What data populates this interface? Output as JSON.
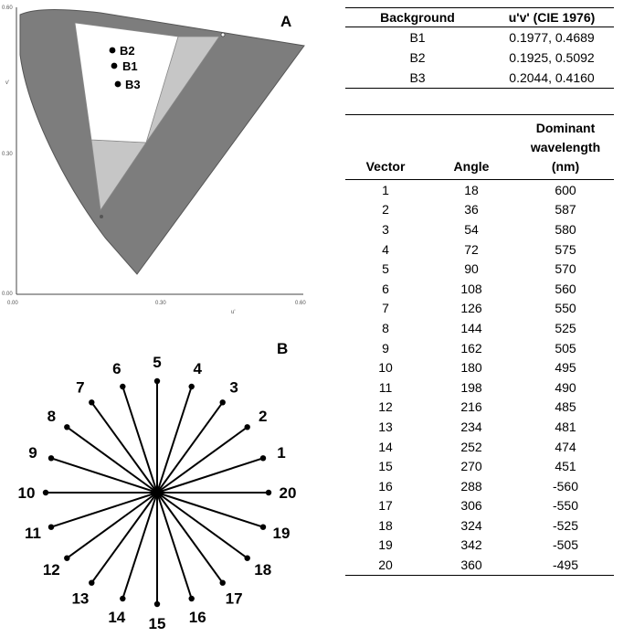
{
  "panel_a": {
    "letter": "A",
    "axis": {
      "y_ticks": [
        "0.60",
        "0.30",
        "0.00"
      ],
      "x_ticks": [
        "0.00",
        "0.30",
        "0.60"
      ],
      "x_label": "u'",
      "y_label": "v'"
    },
    "points": [
      {
        "label": "B2",
        "u": 0.1925,
        "v": 0.5092
      },
      {
        "label": "B1",
        "u": 0.1977,
        "v": 0.4689
      },
      {
        "label": "B3",
        "u": 0.2044,
        "v": 0.416
      }
    ]
  },
  "panel_b": {
    "letter": "B",
    "vectors": [
      "1",
      "2",
      "3",
      "4",
      "5",
      "6",
      "7",
      "8",
      "9",
      "10",
      "11",
      "12",
      "13",
      "14",
      "15",
      "16",
      "17",
      "18",
      "19",
      "20"
    ]
  },
  "background_table": {
    "headers": [
      "Background",
      "u'v' (CIE 1976)"
    ],
    "rows": [
      [
        "B1",
        "0.1977, 0.4689"
      ],
      [
        "B2",
        "0.1925, 0.5092"
      ],
      [
        "B3",
        "0.2044, 0.4160"
      ]
    ]
  },
  "vector_table": {
    "headers": [
      "Vector",
      "Angle",
      "Dominant wavelength (nm)"
    ],
    "rows": [
      [
        "1",
        "18",
        "600"
      ],
      [
        "2",
        "36",
        "587"
      ],
      [
        "3",
        "54",
        "580"
      ],
      [
        "4",
        "72",
        "575"
      ],
      [
        "5",
        "90",
        "570"
      ],
      [
        "6",
        "108",
        "560"
      ],
      [
        "7",
        "126",
        "550"
      ],
      [
        "8",
        "144",
        "525"
      ],
      [
        "9",
        "162",
        "505"
      ],
      [
        "10",
        "180",
        "495"
      ],
      [
        "11",
        "198",
        "490"
      ],
      [
        "12",
        "216",
        "485"
      ],
      [
        "13",
        "234",
        "481"
      ],
      [
        "14",
        "252",
        "474"
      ],
      [
        "15",
        "270",
        "451"
      ],
      [
        "16",
        "288",
        "-560"
      ],
      [
        "17",
        "306",
        "-550"
      ],
      [
        "18",
        "324",
        "-525"
      ],
      [
        "19",
        "342",
        "-505"
      ],
      [
        "20",
        "360",
        "-495"
      ]
    ]
  }
}
